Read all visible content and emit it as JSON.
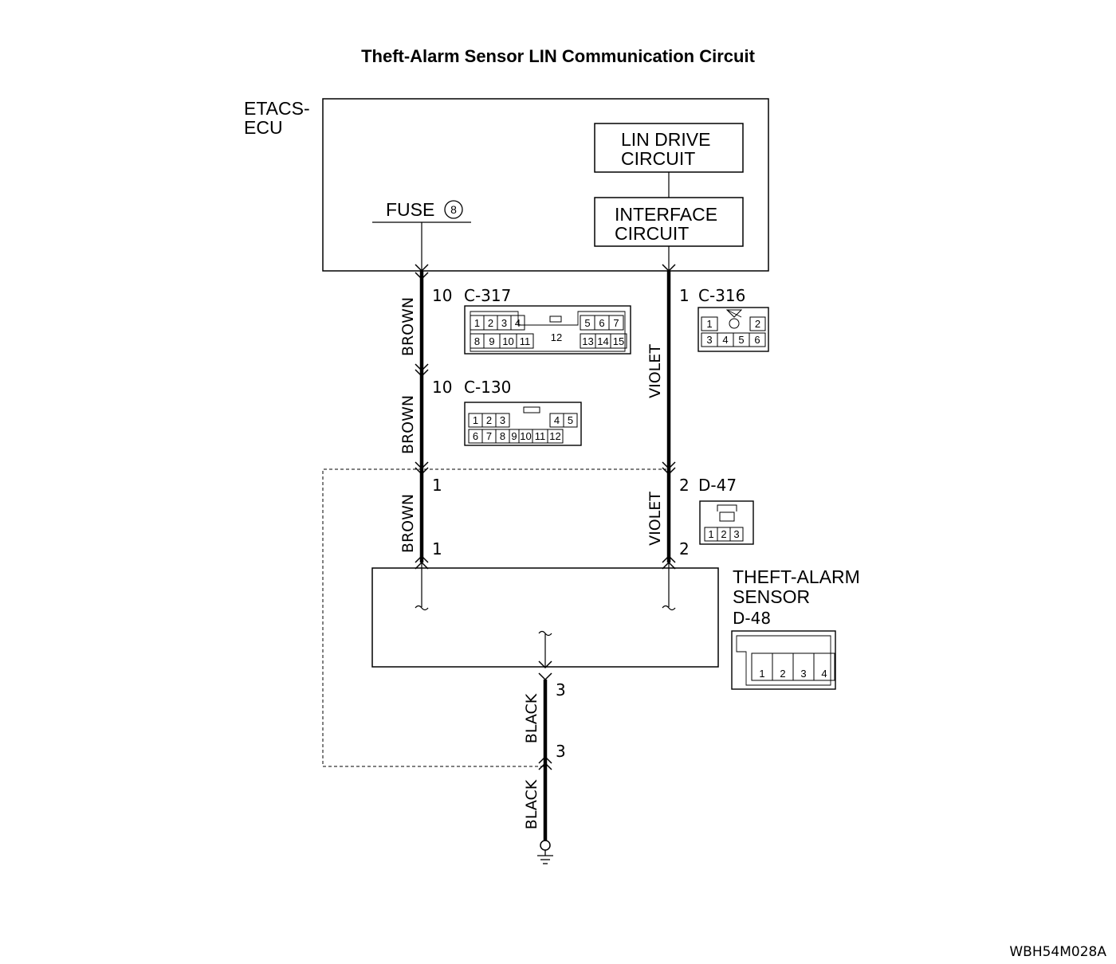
{
  "title": "Theft-Alarm Sensor LIN Communication Circuit",
  "ecu": {
    "line1": "ETACS-",
    "line2": "ECU"
  },
  "lin_drive": {
    "line1": "LIN DRIVE",
    "line2": "CIRCUIT"
  },
  "interface": {
    "line1": "INTERFACE",
    "line2": "CIRCUIT"
  },
  "fuse": {
    "label": "FUSE",
    "number": "8"
  },
  "connectors": {
    "c317": {
      "pin": "10",
      "name": "C-317",
      "row1": [
        "1",
        "2",
        "3",
        "4",
        "5",
        "6",
        "7"
      ],
      "row2": [
        "8",
        "9",
        "10",
        "11",
        "13",
        "14",
        "15"
      ],
      "center": "12"
    },
    "c316": {
      "pin": "1",
      "name": "C-316",
      "row1": [
        "1",
        "2"
      ],
      "row2": [
        "3",
        "4",
        "5",
        "6"
      ]
    },
    "c130": {
      "pin": "10",
      "name": "C-130",
      "row1": [
        "1",
        "2",
        "3",
        "4",
        "5"
      ],
      "row2": [
        "6",
        "7",
        "8",
        "9",
        "10",
        "11",
        "12"
      ]
    },
    "d47": {
      "pin_left": "1",
      "pin_right": "2",
      "name": "D-47",
      "pins": [
        "1",
        "2",
        "3"
      ]
    },
    "d48": {
      "pins": [
        "1",
        "2",
        "3",
        "4"
      ]
    }
  },
  "pins": {
    "brown_bottom": "1",
    "violet_bottom": "2",
    "black_top": "3",
    "black_bottom": "3"
  },
  "wires": {
    "brown": "BROWN",
    "violet": "VIOLET",
    "black": "BLACK"
  },
  "sensor": {
    "line1": "THEFT-ALARM",
    "line2": "SENSOR",
    "code": "D-48"
  },
  "figure_code": "WBH54M028A"
}
